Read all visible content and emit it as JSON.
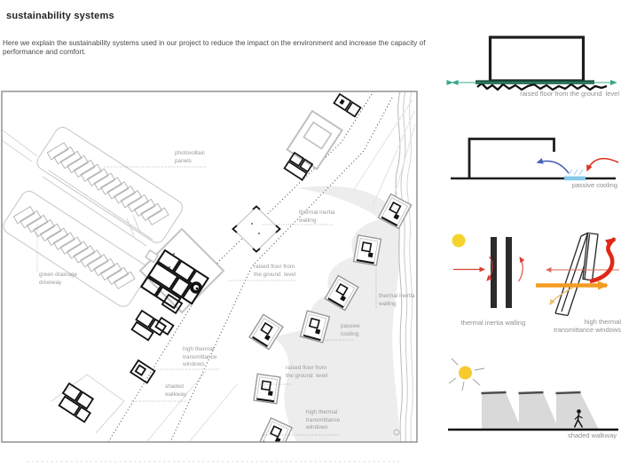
{
  "page": {
    "title": "sustainability systems",
    "intro": "Here we explain the sustainability systems used in our project to reduce the impact on the environment and increase the capacity of performance and comfort."
  },
  "site_plan": {
    "labels": {
      "photovoltaic_panels": "photovoltaic\npanels",
      "green_drainage_driveway": "green drainage\ndriveway",
      "thermal_inertia_walling_upper": "thermal inertia\nwalling",
      "raised_floor_center": "raised floor from\nthe ground  level",
      "thermal_inertia_walling_right": "thermal inertia\nwalling",
      "passive_cooling": "passive\ncooling",
      "high_thermal_windows_left": "high thermal\ntransmittance\nwindows",
      "shaded_walkway": "shaded\nwalkway",
      "raised_floor_bottom": "raised floor from\nthe ground  level",
      "high_thermal_windows_bottom": "high thermal\ntransmittance\nwindows"
    }
  },
  "diagrams": {
    "raised_floor": {
      "caption": "raised floor from the ground  level"
    },
    "passive_cooling": {
      "caption": "passive cooling"
    },
    "thermal_inertia_walling": {
      "caption": "thermal inertia walling"
    },
    "high_thermal_windows": {
      "caption": "high thermal\ntransmittance windows"
    },
    "shaded_walkway": {
      "caption": "shaded walkway"
    }
  },
  "colors": {
    "accent_green": "#35a98a",
    "floor_bar_green": "#1c4a39",
    "sun_yellow": "#f6d22c",
    "arrow_red": "#e02817",
    "arrow_orange": "#f49b20",
    "water_blue": "#85c8e8"
  }
}
